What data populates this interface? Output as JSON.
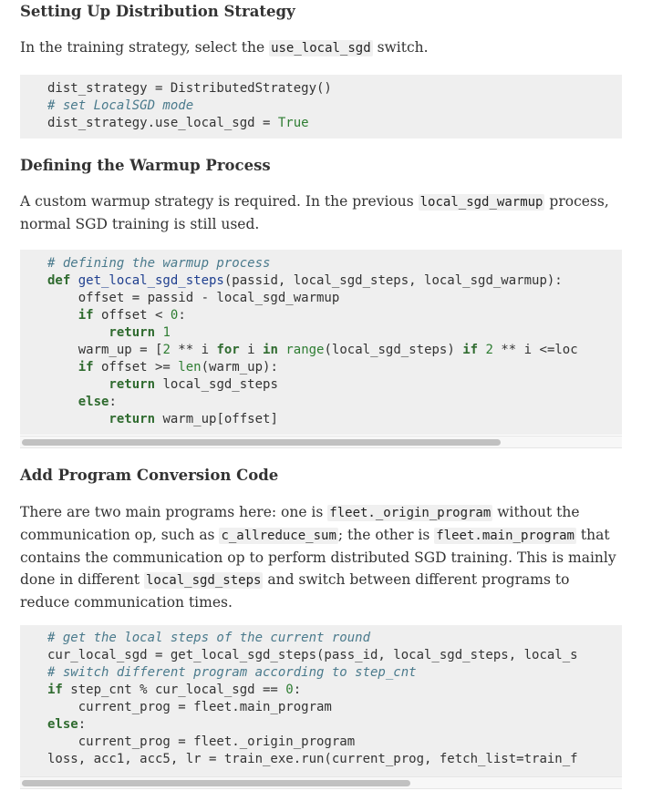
{
  "sections": [
    {
      "heading": "Setting Up Distribution Strategy",
      "paragraph": [
        {
          "t": "In the training strategy, select the "
        },
        {
          "code": "use_local_sgd"
        },
        {
          "t": " switch."
        }
      ],
      "code": [
        [
          [
            "",
            "dist_strategy = DistributedStrategy()"
          ]
        ],
        [
          [
            "c",
            "# set LocalSGD mode"
          ]
        ],
        [
          [
            "",
            "dist_strategy.use_local_sgd = "
          ],
          [
            "n",
            "True"
          ]
        ]
      ]
    },
    {
      "heading": "Defining the Warmup Process",
      "paragraph": [
        {
          "t": "A custom warmup strategy is required. In the previous "
        },
        {
          "code": "local_sgd_warmup"
        },
        {
          "t": " process, normal SGD training is still used."
        }
      ],
      "code": [
        [
          [
            "c",
            "# defining the warmup process"
          ]
        ],
        [
          [
            "k",
            "def "
          ],
          [
            "f",
            "get_local_sgd_steps"
          ],
          [
            "",
            "(passid, local_sgd_steps, local_sgd_warmup):"
          ]
        ],
        [
          [
            "",
            "    offset = passid - local_sgd_warmup"
          ]
        ],
        [
          [
            "k",
            "    if"
          ],
          [
            "",
            " offset < "
          ],
          [
            "n",
            "0"
          ],
          [
            "",
            ":"
          ]
        ],
        [
          [
            "k",
            "        return "
          ],
          [
            "n",
            "1"
          ]
        ],
        [
          [
            "",
            "    warm_up = ["
          ],
          [
            "n",
            "2"
          ],
          [
            "",
            " ** i "
          ],
          [
            "k",
            "for"
          ],
          [
            "",
            " i "
          ],
          [
            "k",
            "in"
          ],
          [
            "",
            " "
          ],
          [
            "b",
            "range"
          ],
          [
            "",
            "(local_sgd_steps) "
          ],
          [
            "k",
            "if"
          ],
          [
            "",
            " "
          ],
          [
            "n",
            "2"
          ],
          [
            "",
            " ** i <=loc"
          ]
        ],
        [
          [
            "k",
            "    if"
          ],
          [
            "",
            " offset >= "
          ],
          [
            "b",
            "len"
          ],
          [
            "",
            "(warm_up):"
          ]
        ],
        [
          [
            "k",
            "        return"
          ],
          [
            "",
            " local_sgd_steps"
          ]
        ],
        [
          [
            "k",
            "    else"
          ],
          [
            "",
            ":"
          ]
        ],
        [
          [
            "k",
            "        return"
          ],
          [
            "",
            " warm_up[offset]"
          ]
        ]
      ],
      "scroll_fraction": 0.8
    },
    {
      "heading": "Add Program Conversion Code",
      "paragraph": [
        {
          "t": "There are two main programs here: one is "
        },
        {
          "code": "fleet._origin_program"
        },
        {
          "t": " without the communication op, such as "
        },
        {
          "code": "c_allreduce_sum"
        },
        {
          "t": "; the other is "
        },
        {
          "code": "fleet.main_program"
        },
        {
          "t": " that contains the communication op to perform distributed SGD training. This is mainly done in different "
        },
        {
          "code": "local_sgd_steps"
        },
        {
          "t": " and switch between different programs to reduce communication times."
        }
      ],
      "code": [
        [
          [
            "c",
            "# get the local steps of the current round"
          ]
        ],
        [
          [
            "",
            "cur_local_sgd = get_local_sgd_steps(pass_id, local_sgd_steps, local_s"
          ]
        ],
        [
          [
            "c",
            "# switch different program according to step_cnt"
          ]
        ],
        [
          [
            "k",
            "if"
          ],
          [
            "",
            " step_cnt % cur_local_sgd == "
          ],
          [
            "n",
            "0"
          ],
          [
            "",
            ":"
          ]
        ],
        [
          [
            "",
            "    current_prog = fleet.main_program"
          ]
        ],
        [
          [
            "k",
            "else"
          ],
          [
            "",
            ":"
          ]
        ],
        [
          [
            "",
            "    current_prog = fleet._origin_program"
          ]
        ],
        [
          [
            "",
            "loss, acc1, acc5, lr = train_exe.run(current_prog, fetch_list=train_f"
          ]
        ]
      ],
      "scroll_fraction": 0.65
    }
  ]
}
